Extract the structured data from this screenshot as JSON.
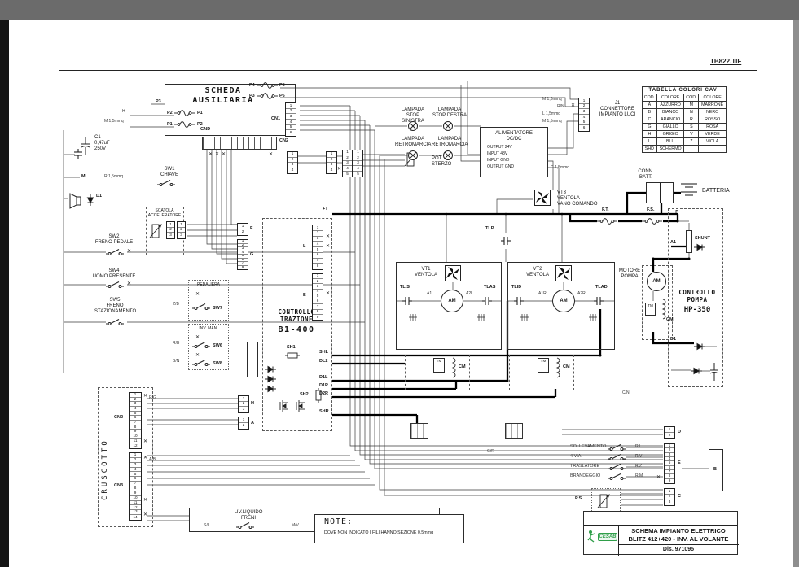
{
  "window": {
    "filename": "TB822.TIF"
  },
  "color_table": {
    "title": "TABELLA  COLORI  CAVI",
    "headers": [
      "COD.",
      "COLORE",
      "COD.",
      "COLORE"
    ],
    "rows": [
      [
        "A",
        "AZZURRO",
        "M",
        "MARRONE"
      ],
      [
        "B",
        "BIANCO",
        "N",
        "NERO"
      ],
      [
        "C",
        "ARANCIO",
        "R",
        "ROSSO"
      ],
      [
        "G",
        "GIALLO",
        "S",
        "ROSA"
      ],
      [
        "H",
        "GRIGIO",
        "V",
        "VERDE"
      ],
      [
        "L",
        "BLU",
        "Z",
        "VIOLA"
      ],
      [
        "SHD",
        "SCHERMO",
        "",
        ""
      ]
    ]
  },
  "title_block": {
    "logo_text": "CESAB",
    "title_line1": "SCHEMA IMPIANTO ELETTRICO",
    "title_line2": "BLITZ 412+420 - INV. AL VOLANTE",
    "drawing_number": "Dis. 971095"
  },
  "note": {
    "heading": "NOTE:",
    "body": "DOVE NON INDICATO I FILI HANNO SEZIONE 0,5mmq"
  },
  "labels": {
    "scheda_ausiliaria": "SCHEDA\nAUSILIARIA",
    "gnd": "GND",
    "cn1": "CN1",
    "cn2_strip": "CN2",
    "p1": "P1",
    "p2": "P2",
    "p3": "P3",
    "p4": "P4",
    "p5": "P5",
    "p6": "P6",
    "c1": "C1\n0,47uF\n250V",
    "m_terminal": "M",
    "d1_left": "D1",
    "sw1": "SW1\nCHIAVE",
    "sw2": "SW2\nFRENO PEDALE",
    "sw4": "SW4\nUOMO PRESENTE",
    "sw5": "SW5\nFRENO\nSTAZIONAMENTO",
    "scatola_acceleratore": "SCATOLA\nACCELERATORE",
    "pedaliera": "PEDALIERA",
    "sw7": "SW7",
    "inv_man": "INV. MAN.",
    "sw6": "SW6",
    "sw8": "SW8",
    "controllo_trazione": "CONTROLLO\nTRAZIONE",
    "b1_400": "B1-400",
    "plus_t": "+T",
    "sh1": "SH1",
    "shl": "SHL",
    "dl2": "DL2",
    "d1l": "D1L",
    "d1r": "D1R",
    "d2r": "D2R",
    "sh2": "SH2",
    "shr": "SHR",
    "conn_l": "L",
    "conn_e": "E",
    "conn_f": "F",
    "conn_g": "G",
    "conn_h": "H",
    "conn_a": "A",
    "pot_sterzo": "POT\nSTERZO",
    "lamp_stop_sx": "LAMPADA\nSTOP SINISTRA",
    "lamp_stop_dx": "LAMPADA\nSTOP DESTRA",
    "lamp_retro": "LAMPADA\nRETROMARCIA",
    "alimentatore": "ALIMENTATORE\nDC/DC",
    "alim_lines": [
      "OUTPUT 24V",
      "INPUT 48V",
      "INPUT GND",
      "OUTPUT GND"
    ],
    "j1": "J1\nCONNETTORE\nIMPIANTO LUCI",
    "vt1": "VT1\nVENTOLA",
    "vt2": "VT2\nVENTOLA",
    "vt3": "VT3\nVENTOLA\nVANO COMANDO",
    "tlis": "TLIS",
    "tlas": "TLAS",
    "tlid": "TLID",
    "tlad": "TLAD",
    "tlp": "TLP",
    "a1l": "A1L",
    "a2l": "A2L",
    "a1r": "A1R",
    "a2r": "A2R",
    "am": "AM",
    "tm": "TM",
    "cm": "CM",
    "conn_batt": "CONN.\nBATT.",
    "batteria": "BATTERIA",
    "ft": "F.T.",
    "fs": "F.S.",
    "plus_p": "+P",
    "shunt": "SHUNT",
    "a1": "A1",
    "d1_pump": "D1",
    "motore_pompa": "MOTORE\nPOMPA",
    "controllo_pompa": "CONTROLLO\nPOMPA",
    "hp_350": "HP-350",
    "cruscotto": "CRUSCOTTO",
    "cn2": "CN2",
    "cn3": "CN3",
    "sollevamento": "SOLLEVAMENTO",
    "quattro_via": "4 VIA",
    "traslatore": "TRASLATORE",
    "brandeggio": "BRANDEGGIO",
    "ps": "P.S.",
    "conn_d": "D",
    "conn_e2": "E",
    "conn_c": "C",
    "conn_b": "B",
    "liv_liquido_freni": "LIV.LIQUIDO\nFRENI"
  },
  "wire_labels": [
    "H",
    "M 1,5mmq",
    "R 1,5mmq",
    "M 1,5mmq",
    "R/N",
    "L 1,5mmq",
    "M 1,5mmq",
    "C 1,5mmq",
    "Z/B",
    "R/B",
    "B/N",
    "R/L",
    "R/V",
    "R/Z",
    "R/M",
    "S/L",
    "M/V",
    "R/G",
    "A/B",
    "G/R",
    "C/N"
  ],
  "connectors": {
    "cn1": [
      "1",
      "2",
      "3",
      "4",
      "5",
      "6"
    ],
    "relay1": [
      "1",
      "2",
      "3",
      "4"
    ],
    "pot_conn": [
      "1",
      "2",
      "3",
      "4",
      "5"
    ],
    "accel": [
      "1",
      "2",
      "3"
    ],
    "j1": [
      "1",
      "2",
      "3",
      "4",
      "5",
      "6"
    ],
    "l": [
      "1",
      "2",
      "3",
      "4",
      "5",
      "6",
      "7",
      "8"
    ],
    "e": [
      "1",
      "2",
      "3",
      "4",
      "5",
      "6",
      "7",
      "8",
      "9"
    ],
    "f": [
      "1",
      "2"
    ],
    "g": [
      "1",
      "2",
      "3",
      "4",
      "5",
      "6",
      "7",
      "8"
    ],
    "h": [
      "1",
      "2",
      "3"
    ],
    "a": [
      "1",
      "2"
    ],
    "cn2": [
      "1",
      "2",
      "3",
      "4",
      "5",
      "6",
      "7",
      "8",
      "9",
      "10",
      "11",
      "12"
    ],
    "cn3": [
      "1",
      "2",
      "3",
      "4",
      "5",
      "6",
      "7",
      "8",
      "9",
      "10",
      "11",
      "12",
      "13",
      "14"
    ],
    "d": [
      "1",
      "2"
    ],
    "e2": [
      "1",
      "2",
      "3",
      "4",
      "5",
      "6",
      "7",
      "8",
      "9"
    ],
    "c": [
      "1",
      "2",
      "3"
    ]
  }
}
